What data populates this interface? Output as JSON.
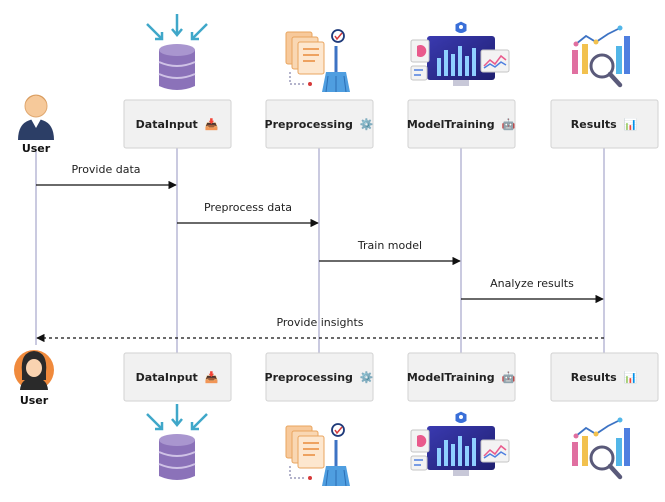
{
  "actor": {
    "label": "User"
  },
  "participants": [
    {
      "id": "data-input",
      "label": "DataInput",
      "emoji": "📥",
      "icon": "database-icon"
    },
    {
      "id": "preprocessing",
      "label": "Preprocessing",
      "emoji": "⚙️",
      "icon": "documents-broom-icon"
    },
    {
      "id": "model-training",
      "label": "ModelTraining",
      "emoji": "🤖",
      "icon": "dashboard-screen-icon"
    },
    {
      "id": "results",
      "label": "Results",
      "emoji": "📊",
      "icon": "chart-magnifier-icon"
    }
  ],
  "messages": [
    {
      "label": "Provide data",
      "style": "solid"
    },
    {
      "label": "Preprocess data",
      "style": "solid"
    },
    {
      "label": "Train model",
      "style": "solid"
    },
    {
      "label": "Analyze results",
      "style": "solid"
    },
    {
      "label": "Provide insights",
      "style": "dashed"
    }
  ]
}
